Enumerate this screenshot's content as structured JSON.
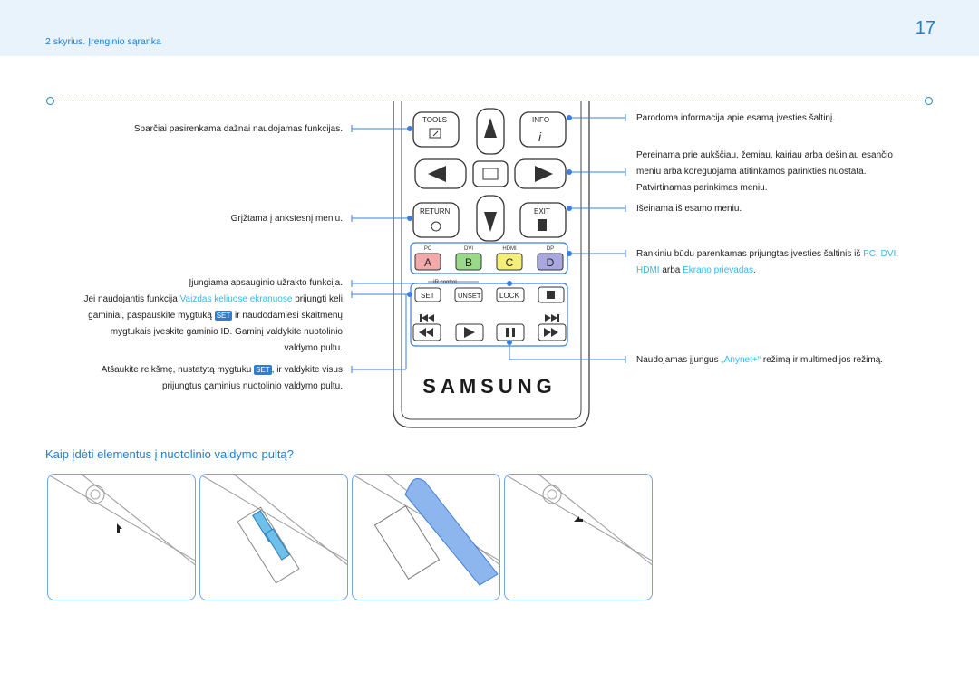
{
  "header": {
    "chapter": "2 skyrius. Įrenginio sąranka",
    "page_number": "17"
  },
  "left_descriptions": {
    "tools": "Sparčiai pasirenkama dažnai naudojamas funkcijas.",
    "return": "Grįžtama į ankstesnį meniu.",
    "set_line1": "Įjungiama apsauginio užrakto funkcija.",
    "set_line2_pre": "Jei naudojantis funkcija",
    "set_line2_link": "Vaizdas keliuose ekranuose",
    "set_line2_post": "prijungti keli",
    "set_line3_pre": "gaminiai, paspauskite mygtuką",
    "set_badge": "SET",
    "set_line3_post": "ir naudodamiesi skaitmenų",
    "set_line4": "mygtukais įveskite gaminio ID. Gaminį valdykite nuotolinio",
    "set_line5": "valdymo pultu.",
    "unset_line1_pre": "Atšaukite reikšmę, nustatytą mygtuku",
    "unset_badge": "SET",
    "unset_line1_post": ", ir valdykite visus",
    "unset_line2": "prijungtus gaminius nuotolinio valdymo pultu."
  },
  "right_descriptions": {
    "info": "Parodoma informacija apie esamą įvesties šaltinį.",
    "nav_line1": "Pereinama prie aukščiau, žemiau, kairiau arba dešiniau esančio",
    "nav_line2": "meniu arba koreguojama atitinkamos parinkties nuostata.",
    "nav_line3": "Patvirtinamas parinkimas meniu.",
    "exit": "Išeinama iš esamo meniu.",
    "source_line1_pre": "Rankiniu būdu parenkamas prijungtas įvesties šaltinis iš",
    "source_pc": "PC",
    "source_dvi": "DVI",
    "source_hdmi": "HDMI",
    "source_or": "arba",
    "source_dp": "Ekrano prievadas",
    "media_pre": "Naudojamas įjungus",
    "media_link": "„Anynet+“",
    "media_post": "režimą ir multimedijos režimą."
  },
  "remote": {
    "tools_label": "TOOLS",
    "info_label": "INFO",
    "return_label": "RETURN",
    "exit_label": "EXIT",
    "color_labels": [
      "PC",
      "DVI",
      "HDMI",
      "DP"
    ],
    "color_buttons": [
      "A",
      "B",
      "C",
      "D"
    ],
    "color_fills": [
      "#f2a9a9",
      "#9ad88a",
      "#f4ef7a",
      "#a9a7e0"
    ],
    "ir_label": "IR control",
    "set_label": "SET",
    "unset_label": "UNSET",
    "lock_label": "LOCK",
    "brand": "SAMSUNG"
  },
  "section_title": "Kaip įdėti elementus į nuotolinio valdymo pultą?",
  "colors": {
    "accent": "#1a7fd8",
    "highlight": "#38b7e8",
    "header_bg": "#e8f3fc"
  }
}
